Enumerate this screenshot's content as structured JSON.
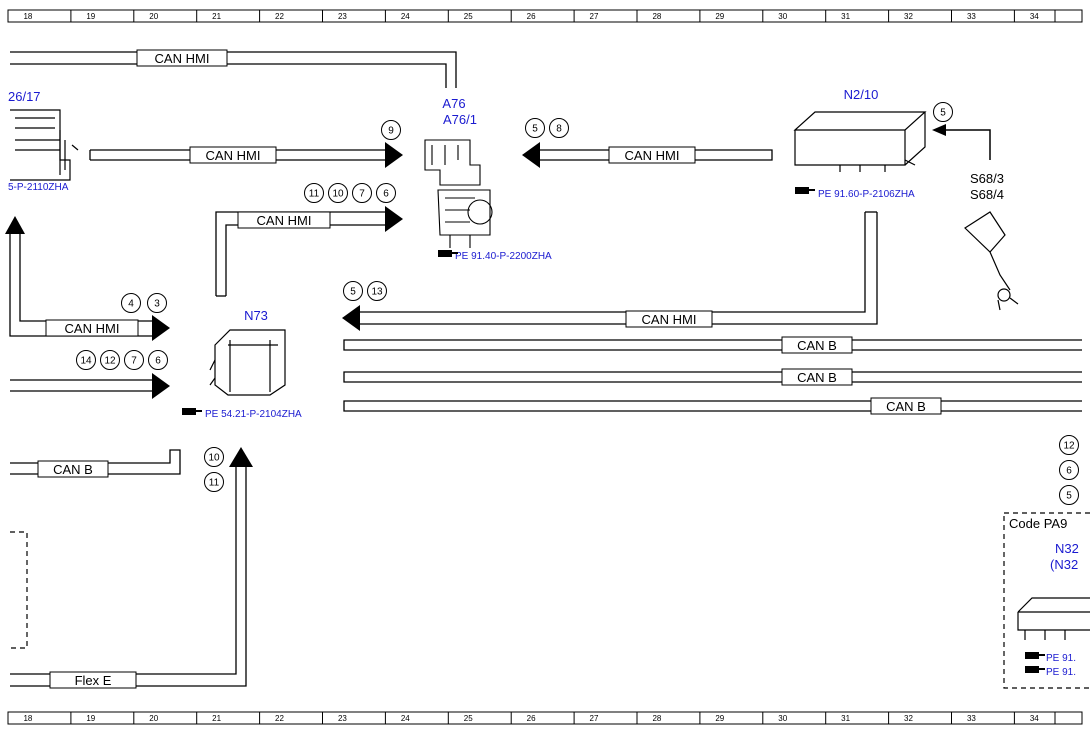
{
  "ruler": [
    "18",
    "19",
    "20",
    "21",
    "22",
    "23",
    "24",
    "25",
    "26",
    "27",
    "28",
    "29",
    "30",
    "31",
    "32",
    "33",
    "34"
  ],
  "bus_labels": {
    "can_hmi": "CAN HMI",
    "can_b": "CAN B",
    "flex_e": "Flex E"
  },
  "components": {
    "a76": {
      "line1": "A76",
      "line2": "A76/1",
      "ref": "PE 91.40-P-2200ZHA"
    },
    "n2_10": {
      "name": "N2/10",
      "ref": "PE 91.60-P-2106ZHA"
    },
    "s68": {
      "line1": "S68/3",
      "line2": "S68/4"
    },
    "n73": {
      "name": "N73",
      "ref": "PE 54.21-P-2104ZHA"
    },
    "left_partial": {
      "name": "26/17",
      "ref": "5-P-2110ZHA"
    },
    "n32": {
      "code": "Code PA9",
      "line1": "N32",
      "line2": "(N32",
      "ref1": "PE 91.",
      "ref2": "PE 91."
    }
  },
  "markers": {
    "a76_in": [
      "9"
    ],
    "a76_out": [
      "5",
      "8"
    ],
    "a76_low": [
      "11",
      "10",
      "7",
      "6"
    ],
    "n2_10_in": [
      "5"
    ],
    "mid": [
      "5",
      "13"
    ],
    "n73_top": [
      "4",
      "3"
    ],
    "n73_low": [
      "14",
      "12",
      "7",
      "6"
    ],
    "n73_bottom": [
      "10",
      "11"
    ],
    "right_edge": [
      "12",
      "6",
      "5"
    ]
  },
  "icons": {
    "ref": "pointing-hand-icon"
  }
}
